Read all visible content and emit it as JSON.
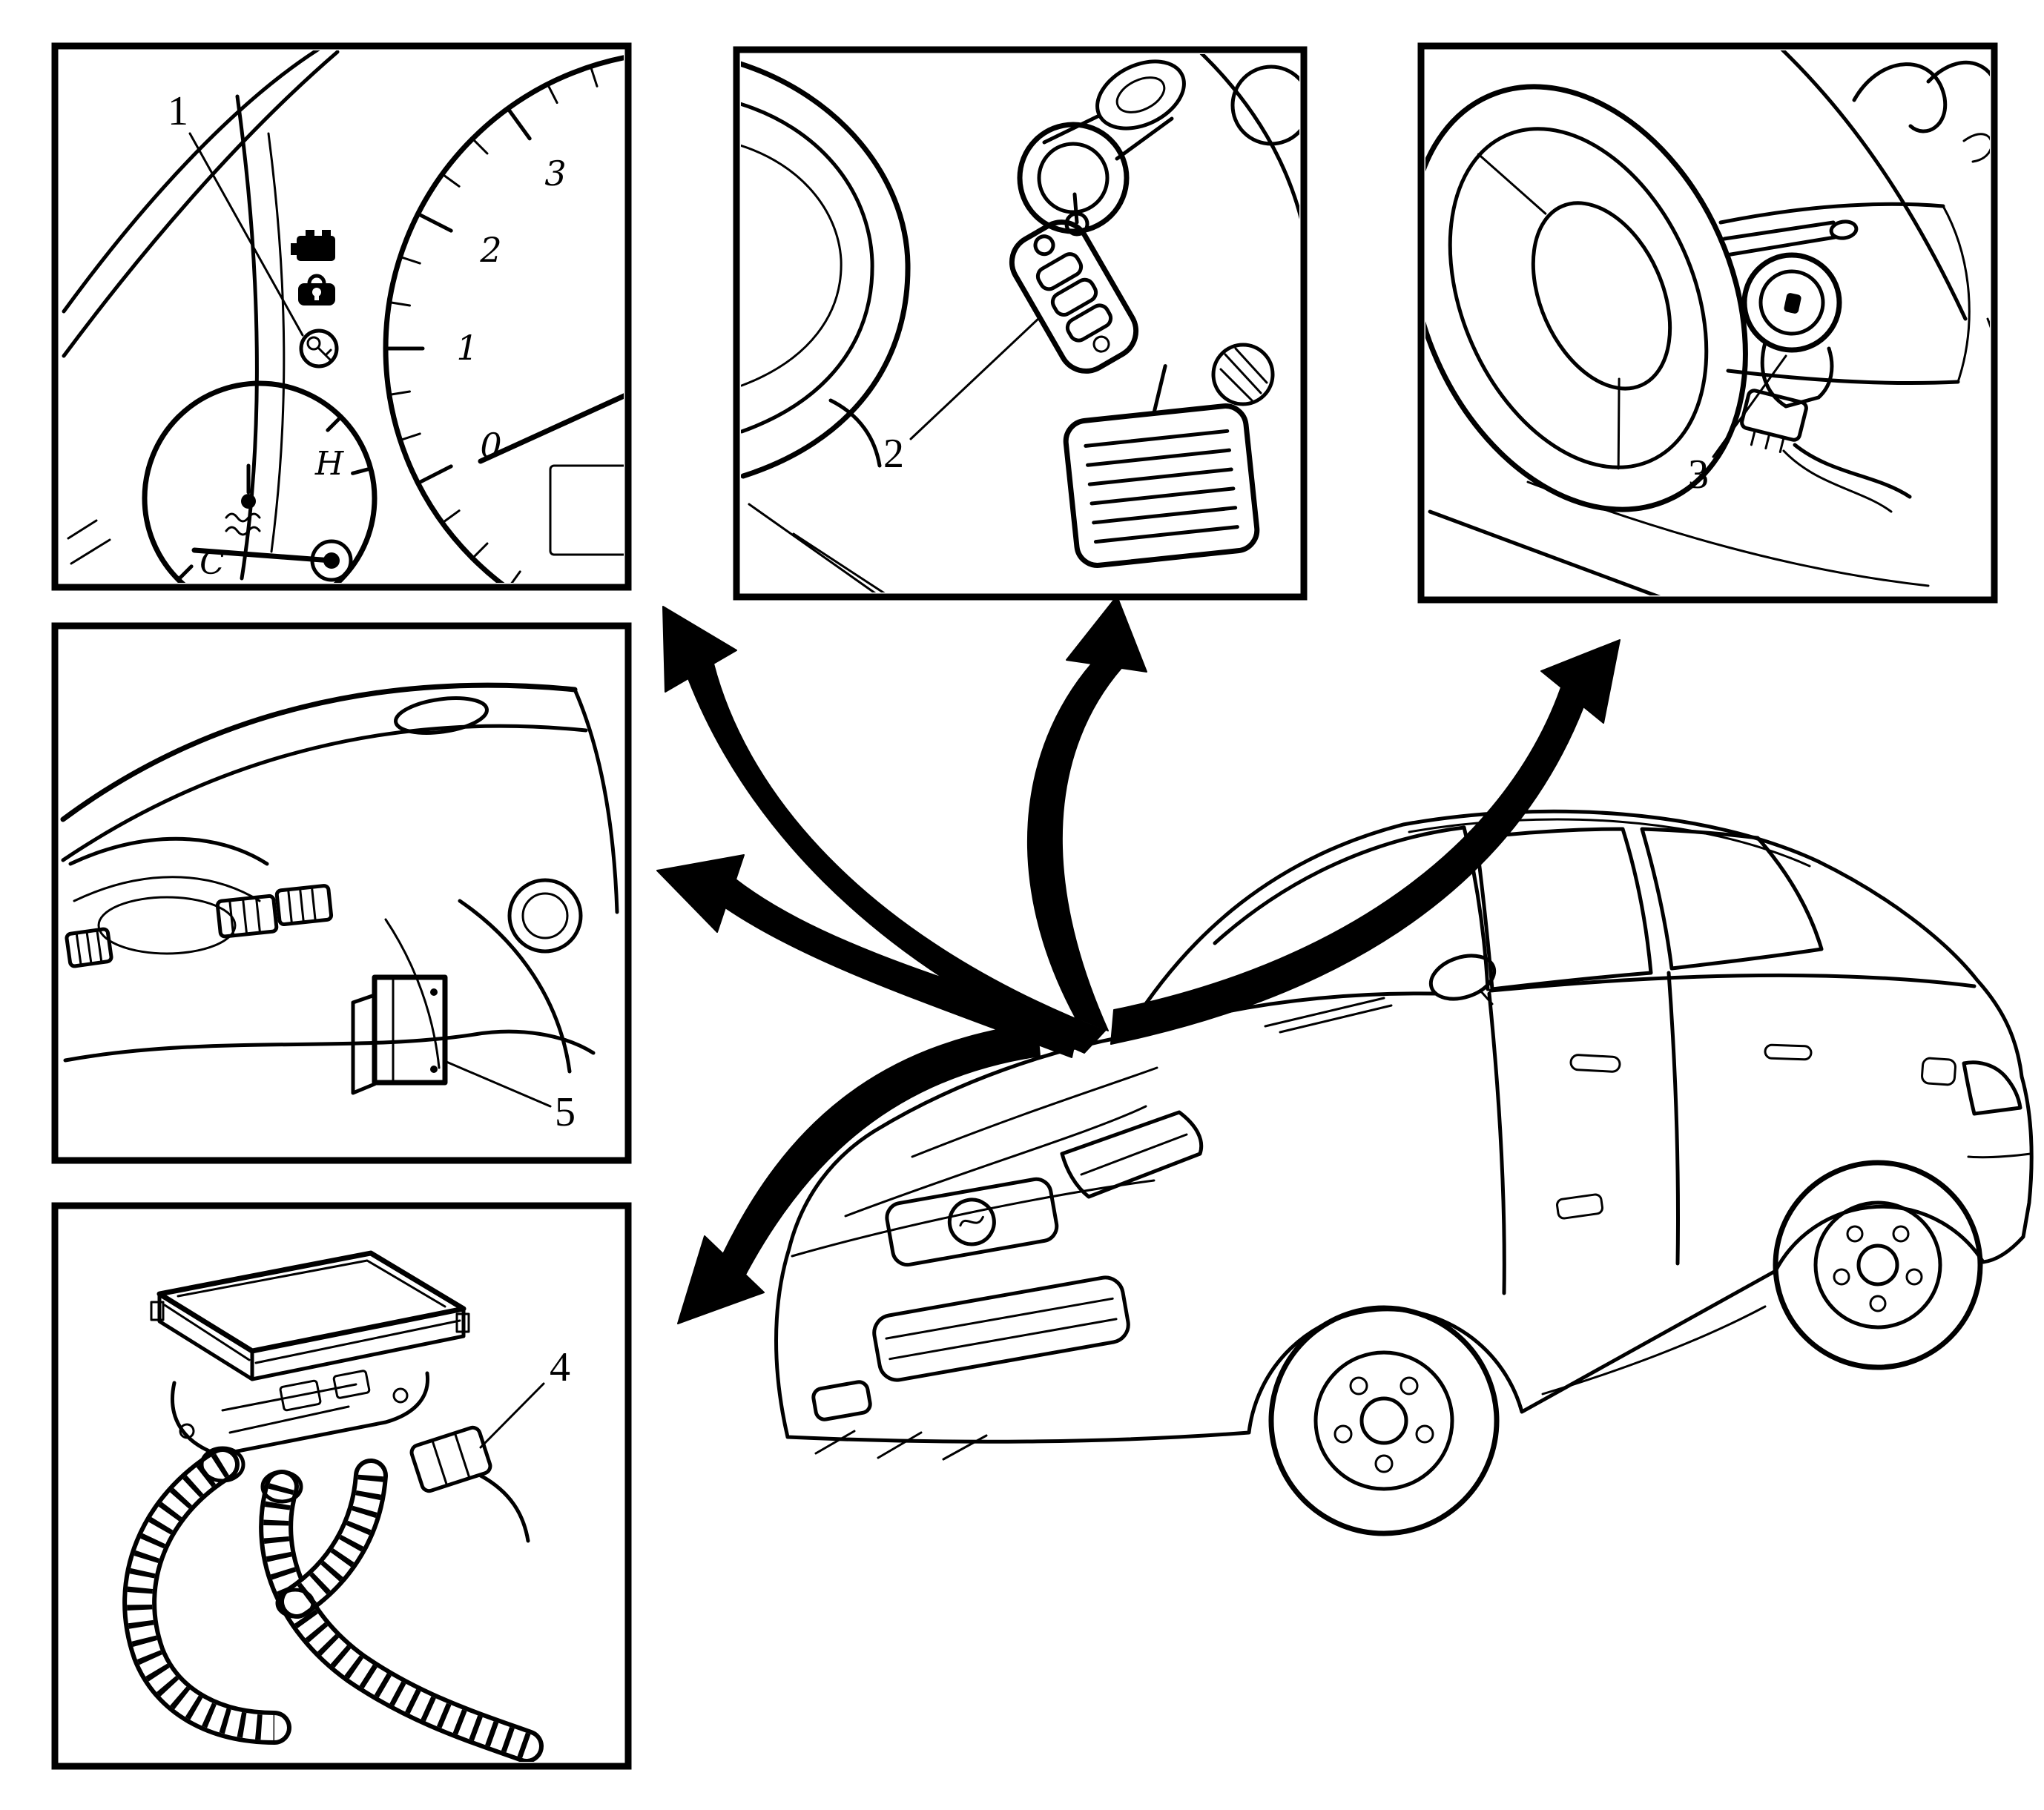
{
  "figure": {
    "background": "#ffffff",
    "line_color": "#000000"
  },
  "callouts": {
    "cluster_indicator": "1",
    "ignition_key_fob": "2",
    "steering_column_lock": "3",
    "fuse_block_connector": "4",
    "ip_module": "5"
  },
  "gauge": {
    "tach_labels": [
      "3",
      "2",
      "1",
      "0"
    ],
    "temp_hot": "H",
    "temp_cold": "C"
  },
  "icons": {
    "engine": "engine-warning-icon",
    "security": "vehicle-security-icon",
    "key": "key-indicator-icon",
    "coolant": "coolant-temperature-icon"
  }
}
